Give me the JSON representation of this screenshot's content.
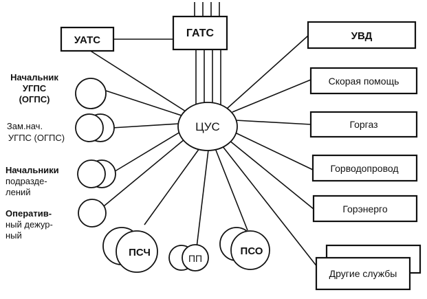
{
  "center": {
    "label": "ЦУС"
  },
  "top_boxes": {
    "gats": "ГАТС",
    "uats": "УАТС"
  },
  "right_boxes": [
    {
      "label": "УВД"
    },
    {
      "label": "Скорая помощь"
    },
    {
      "label": "Горгаз"
    },
    {
      "label": "Горводопровод"
    },
    {
      "label": "Горэнерго"
    },
    {
      "label": "Другие службы"
    }
  ],
  "left_labels": {
    "chief": [
      "Начальник",
      "УГПС",
      "(ОГПС)"
    ],
    "deputy": [
      "Зам.нач.",
      "УГПС (ОГПС)"
    ],
    "unit_chiefs": [
      "Начальники",
      "подразде-",
      "лений"
    ],
    "duty_officer": [
      "Оператив-",
      "ный дежур-",
      "ный"
    ]
  },
  "bottom_circles": {
    "psch": "ПСЧ",
    "pp": "ПП",
    "pso": "ПСО"
  }
}
